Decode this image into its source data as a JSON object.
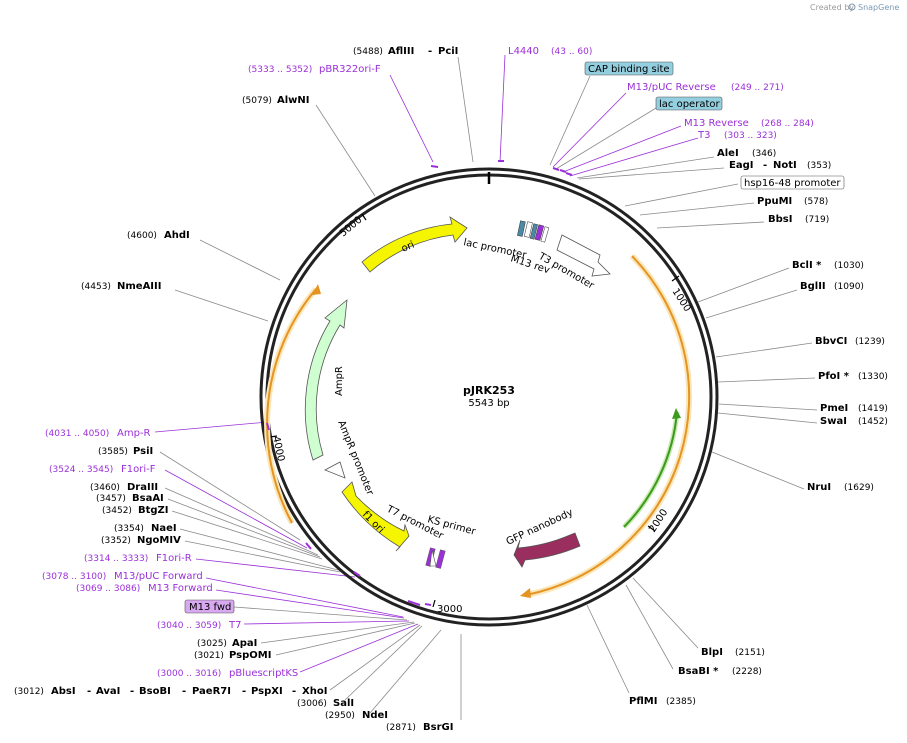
{
  "watermark": {
    "prefix": "Created by",
    "brand": "SnapGene"
  },
  "plasmid": {
    "name": "pJRK253",
    "length": "5543 bp"
  },
  "tick_labels": [
    "1000",
    "2000",
    "3000",
    "4000",
    "5000"
  ],
  "features": {
    "ori": "ori",
    "lac_promoter": "lac promoter",
    "m13_rev": "M13 rev",
    "t3_promoter": "T3 promoter",
    "ampr": "AmpR",
    "ampr_promoter": "AmpR promoter",
    "f1_ori": "f1 ori",
    "t7_promoter": "T7 promoter",
    "ks_primer": "KS primer",
    "gfp_nanobody": "GFP nanobody"
  },
  "boxed": {
    "cap": "CAP binding site",
    "lacop": "lac operator",
    "hsp": "hsp16-48 promoter",
    "m13fwd": "M13 fwd"
  },
  "colors": {
    "backbone": "#222222",
    "ori": "#f5f500",
    "ampr": "#cfffd0",
    "gfp_nanobody": "#9a2f5f",
    "orange_arc": "#e59422",
    "green_arc": "#3d9a1e",
    "primer": "#9b30d9",
    "label_box": "#94cfe0",
    "m13fwd_box": "#d8a8f0"
  },
  "labels": {
    "l01": {
      "a": "(5488)",
      "b": "AflIII",
      "c": "-",
      "d": "PciI"
    },
    "l02": {
      "a": "(5333 .. 5352)",
      "b": "pBR322ori-F"
    },
    "l03": {
      "a": "(5079)",
      "b": "AlwNI"
    },
    "l04": {
      "a": "(4600)",
      "b": "AhdI"
    },
    "l05": {
      "a": "(4453)",
      "b": "NmeAIII"
    },
    "l06": {
      "a": "(4031 .. 4050)",
      "b": "Amp-R"
    },
    "l07": {
      "a": "(3585)",
      "b": "PsiI"
    },
    "l08": {
      "a": "(3524 .. 3545)",
      "b": "F1ori-F"
    },
    "l09": {
      "a": "(3460)",
      "b": "DraIII"
    },
    "l10": {
      "a": "(3457)",
      "b": "BsaAI"
    },
    "l11": {
      "a": "(3452)",
      "b": "BtgZI"
    },
    "l12": {
      "a": "(3354)",
      "b": "NaeI"
    },
    "l13": {
      "a": "(3352)",
      "b": "NgoMIV"
    },
    "l14": {
      "a": "(3314 .. 3333)",
      "b": "F1ori-R"
    },
    "l15": {
      "a": "(3078 .. 3100)",
      "b": "M13/pUC Forward"
    },
    "l16": {
      "a": "(3069 .. 3086)",
      "b": "M13 Forward"
    },
    "l17": {
      "a": "(3040 .. 3059)",
      "b": "T7"
    },
    "l18": {
      "a": "(3025)",
      "b": "ApaI"
    },
    "l19": {
      "a": "(3021)",
      "b": "PspOMI"
    },
    "l20": {
      "a": "(3000 .. 3016)",
      "b": "pBluescriptKS"
    },
    "l21": {
      "a": "(3012)",
      "b": "AbsI",
      "c": "-",
      "d": "AvaI",
      "e": "-",
      "f": "BsoBI",
      "g": "-",
      "h": "PaeR7I",
      "i": "-",
      "j": "PspXI",
      "k": "-",
      "l": "XhoI"
    },
    "l22": {
      "a": "(3006)",
      "b": "SalI"
    },
    "l23": {
      "a": "(2950)",
      "b": "NdeI"
    },
    "l24": {
      "a": "(2871)",
      "b": "BsrGI"
    },
    "l25": {
      "a": "L4440",
      "b": "(43 .. 60)"
    },
    "l26": {
      "a": "M13/pUC Reverse",
      "b": "(249 .. 271)"
    },
    "l27": {
      "a": "M13 Reverse",
      "b": "(268 .. 284)"
    },
    "l28": {
      "a": "T3",
      "b": "(303 .. 323)"
    },
    "l29": {
      "a": "AleI",
      "b": "(346)"
    },
    "l30": {
      "a": "EagI",
      "b": "-",
      "c": "NotI",
      "d": "(353)"
    },
    "l31": {
      "a": "PpuMI",
      "b": "(578)"
    },
    "l32": {
      "a": "BbsI",
      "b": "(719)"
    },
    "l33": {
      "a": "BclI *",
      "b": "(1030)"
    },
    "l34": {
      "a": "BglII",
      "b": "(1090)"
    },
    "l35": {
      "a": "BbvCI",
      "b": "(1239)"
    },
    "l36": {
      "a": "PfoI *",
      "b": "(1330)"
    },
    "l37": {
      "a": "PmeI",
      "b": "(1419)"
    },
    "l38": {
      "a": "SwaI",
      "b": "(1452)"
    },
    "l39": {
      "a": "NruI",
      "b": "(1629)"
    },
    "l40": {
      "a": "BlpI",
      "b": "(2151)"
    },
    "l41": {
      "a": "BsaBI *",
      "b": "(2228)"
    },
    "l42": {
      "a": "PflMI",
      "b": "(2385)"
    }
  }
}
